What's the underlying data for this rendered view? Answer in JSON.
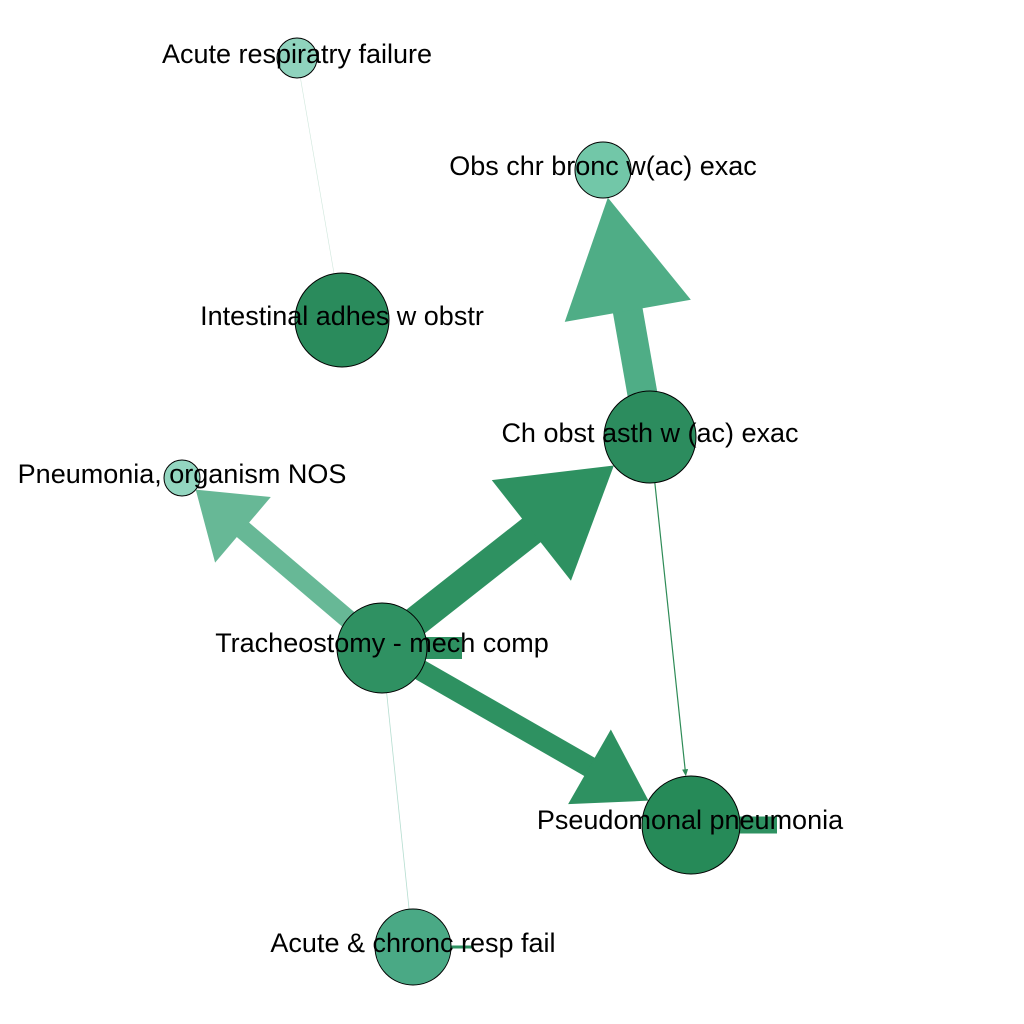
{
  "diagram": {
    "type": "directed-network",
    "nodes": [
      {
        "id": "acute_resp_failure",
        "label": "Acute respiratry failure",
        "color": "#8fd3bd"
      },
      {
        "id": "obs_chr_bronc",
        "label": "Obs chr bronc w(ac) exac",
        "color": "#72c7a8"
      },
      {
        "id": "intestinal_adhes",
        "label": "Intestinal adhes w obstr",
        "color": "#2a8b5c"
      },
      {
        "id": "ch_obst_asth",
        "label": "Ch obst asth w (ac) exac",
        "color": "#2c8c5e"
      },
      {
        "id": "pneumonia_nos",
        "label": "Pneumonia, organism NOS",
        "color": "#93d6c0"
      },
      {
        "id": "tracheostomy",
        "label": "Tracheostomy - mech comp",
        "color": "#2f9162"
      },
      {
        "id": "pseudomonal",
        "label": "Pseudomonal pneumonia",
        "color": "#268a58"
      },
      {
        "id": "acute_chronic_resp",
        "label": "Acute & chronc resp fail",
        "color": "#4aa985"
      }
    ],
    "edges": [
      {
        "from": "ch_obst_asth",
        "to": "obs_chr_bronc",
        "weight": 10,
        "color": "#4fad86"
      },
      {
        "from": "tracheostomy",
        "to": "ch_obst_asth",
        "weight": 9,
        "color": "#2e9161"
      },
      {
        "from": "tracheostomy",
        "to": "pneumonia_nos",
        "weight": 6,
        "color": "#67b896"
      },
      {
        "from": "tracheostomy",
        "to": "pseudomonal",
        "weight": 7,
        "color": "#2e9161"
      },
      {
        "from": "ch_obst_asth",
        "to": "pseudomonal",
        "weight": 1,
        "color": "#2e8b57"
      },
      {
        "from": "acute_resp_failure",
        "to": "intestinal_adhes",
        "weight": 0.2,
        "color": "#cfe7dc"
      },
      {
        "from": "tracheostomy",
        "to": "acute_chronic_resp",
        "weight": 0.3,
        "color": "#b5ddd0"
      },
      {
        "from": "tracheostomy",
        "to": "tracheostomy",
        "weight": 5,
        "color": "#2e9161"
      },
      {
        "from": "pseudomonal",
        "to": "pseudomonal",
        "weight": 5,
        "color": "#2e9161"
      },
      {
        "from": "acute_chronic_resp",
        "to": "acute_chronic_resp",
        "weight": 1,
        "color": "#2e9161"
      }
    ]
  }
}
